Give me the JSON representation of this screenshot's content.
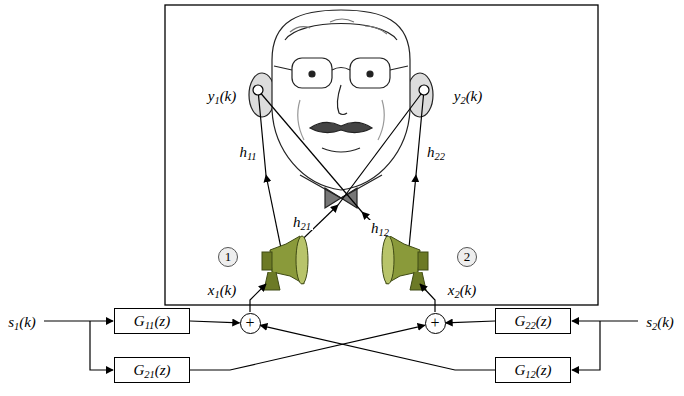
{
  "diagram": {
    "nodes": [
      {
        "text": [
          "1"
        ]
      },
      {
        "text": [
          "2"
        ]
      },
      {
        "text": [
          "G11(z)"
        ]
      },
      {
        "text": [
          "+"
        ]
      },
      {
        "text": [
          "+"
        ]
      },
      {
        "text": [
          "G22(z)"
        ]
      },
      {
        "text": [
          "G21(z)"
        ]
      },
      {
        "text": [
          "G12(z)"
        ]
      }
    ],
    "edges": [
      {
        "from": 2,
        "to": 3,
        "arrow": "to"
      },
      {
        "from": 7,
        "to": 3,
        "arrow": "to"
      },
      {
        "from": 6,
        "to": 4,
        "arrow": "to"
      },
      {
        "from": 5,
        "to": 4,
        "arrow": "to"
      }
    ],
    "labels": [
      "y1(k)",
      "y2(k)",
      "h11",
      "h22",
      "h21",
      "h12",
      "x1(k)",
      "x2(k)",
      "s1(k)",
      "s2(k)"
    ]
  }
}
